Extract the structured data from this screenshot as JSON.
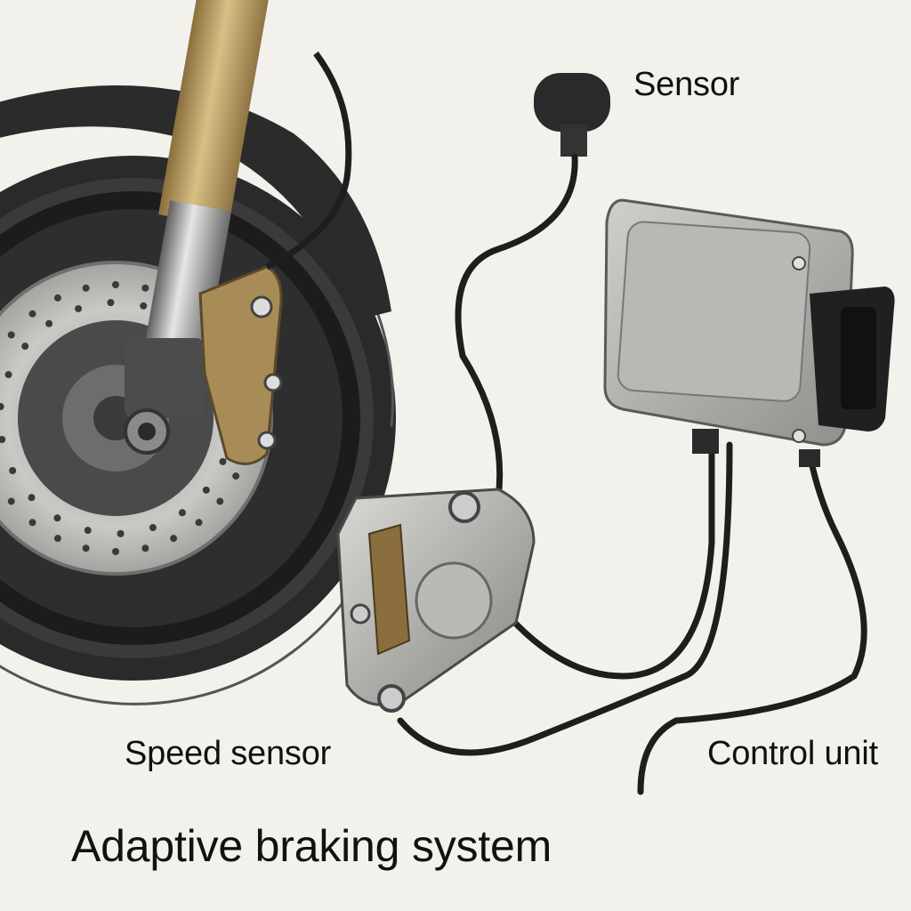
{
  "diagram": {
    "title": "Adaptive braking system",
    "labels": {
      "sensor": "Sensor",
      "speed_sensor": "Speed sensor",
      "control_unit": "Control unit"
    },
    "components": [
      {
        "id": "front-wheel",
        "icon": "motorcycle-front-wheel"
      },
      {
        "id": "brake-disc",
        "icon": "brake-disc"
      },
      {
        "id": "fork",
        "icon": "front-fork"
      },
      {
        "id": "caliper",
        "icon": "brake-caliper"
      },
      {
        "id": "sensor",
        "icon": "wheel-sensor"
      },
      {
        "id": "control-unit",
        "icon": "abs-control-module"
      }
    ],
    "colors": {
      "background": "#f2f1ec",
      "tire": "#2a2a2a",
      "fork_gold": "#b89a5e",
      "caliper_gold": "#a88c58",
      "metal": "#a9a9a9",
      "module": "#b5b5b2",
      "cable": "#1e1e1e"
    }
  }
}
